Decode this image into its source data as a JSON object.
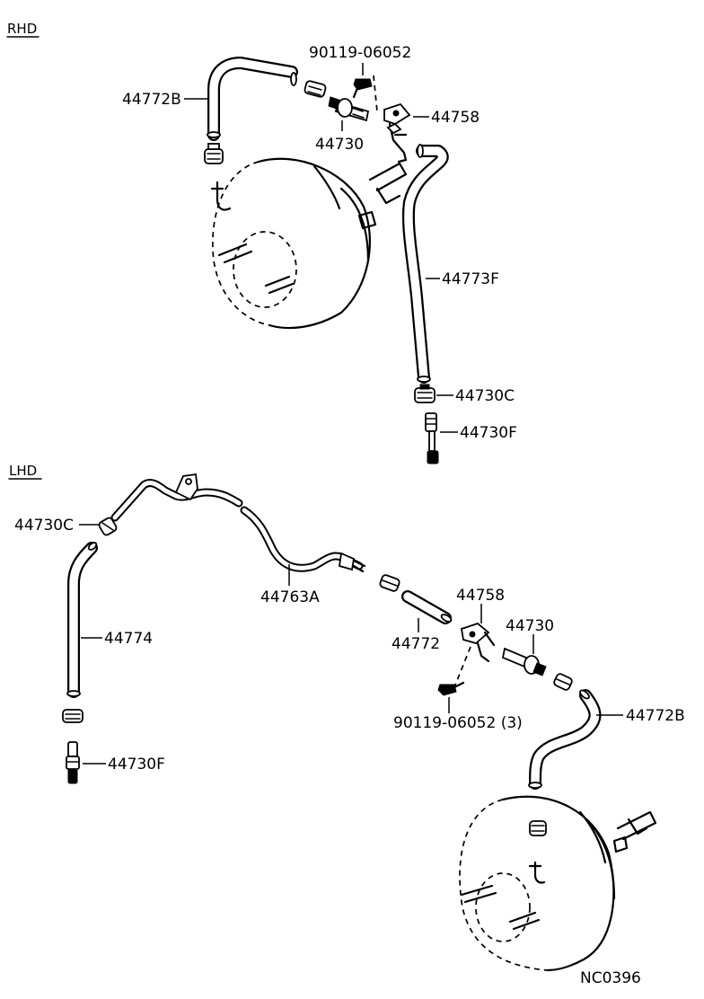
{
  "sections": {
    "rhd": "RHD",
    "lhd": "LHD"
  },
  "labels": {
    "rhd_hose_44772b": "44772B",
    "rhd_bolt_90119": "90119-06052",
    "rhd_valve_44730": "44730",
    "rhd_bracket_44758": "44758",
    "rhd_hose_44773f": "44773F",
    "rhd_clamp_44730c": "44730C",
    "rhd_union_44730f": "44730F",
    "lhd_clamp_44730c": "44730C",
    "lhd_hose_44774": "44774",
    "lhd_union_44730f": "44730F",
    "lhd_pipe_44763a": "44763A",
    "lhd_hose_44772": "44772",
    "lhd_bracket_44758": "44758",
    "lhd_valve_44730": "44730",
    "lhd_bolt_90119": "90119-06052 (3)",
    "lhd_hose_44772b": "44772B"
  },
  "figure_code": "NC0396"
}
